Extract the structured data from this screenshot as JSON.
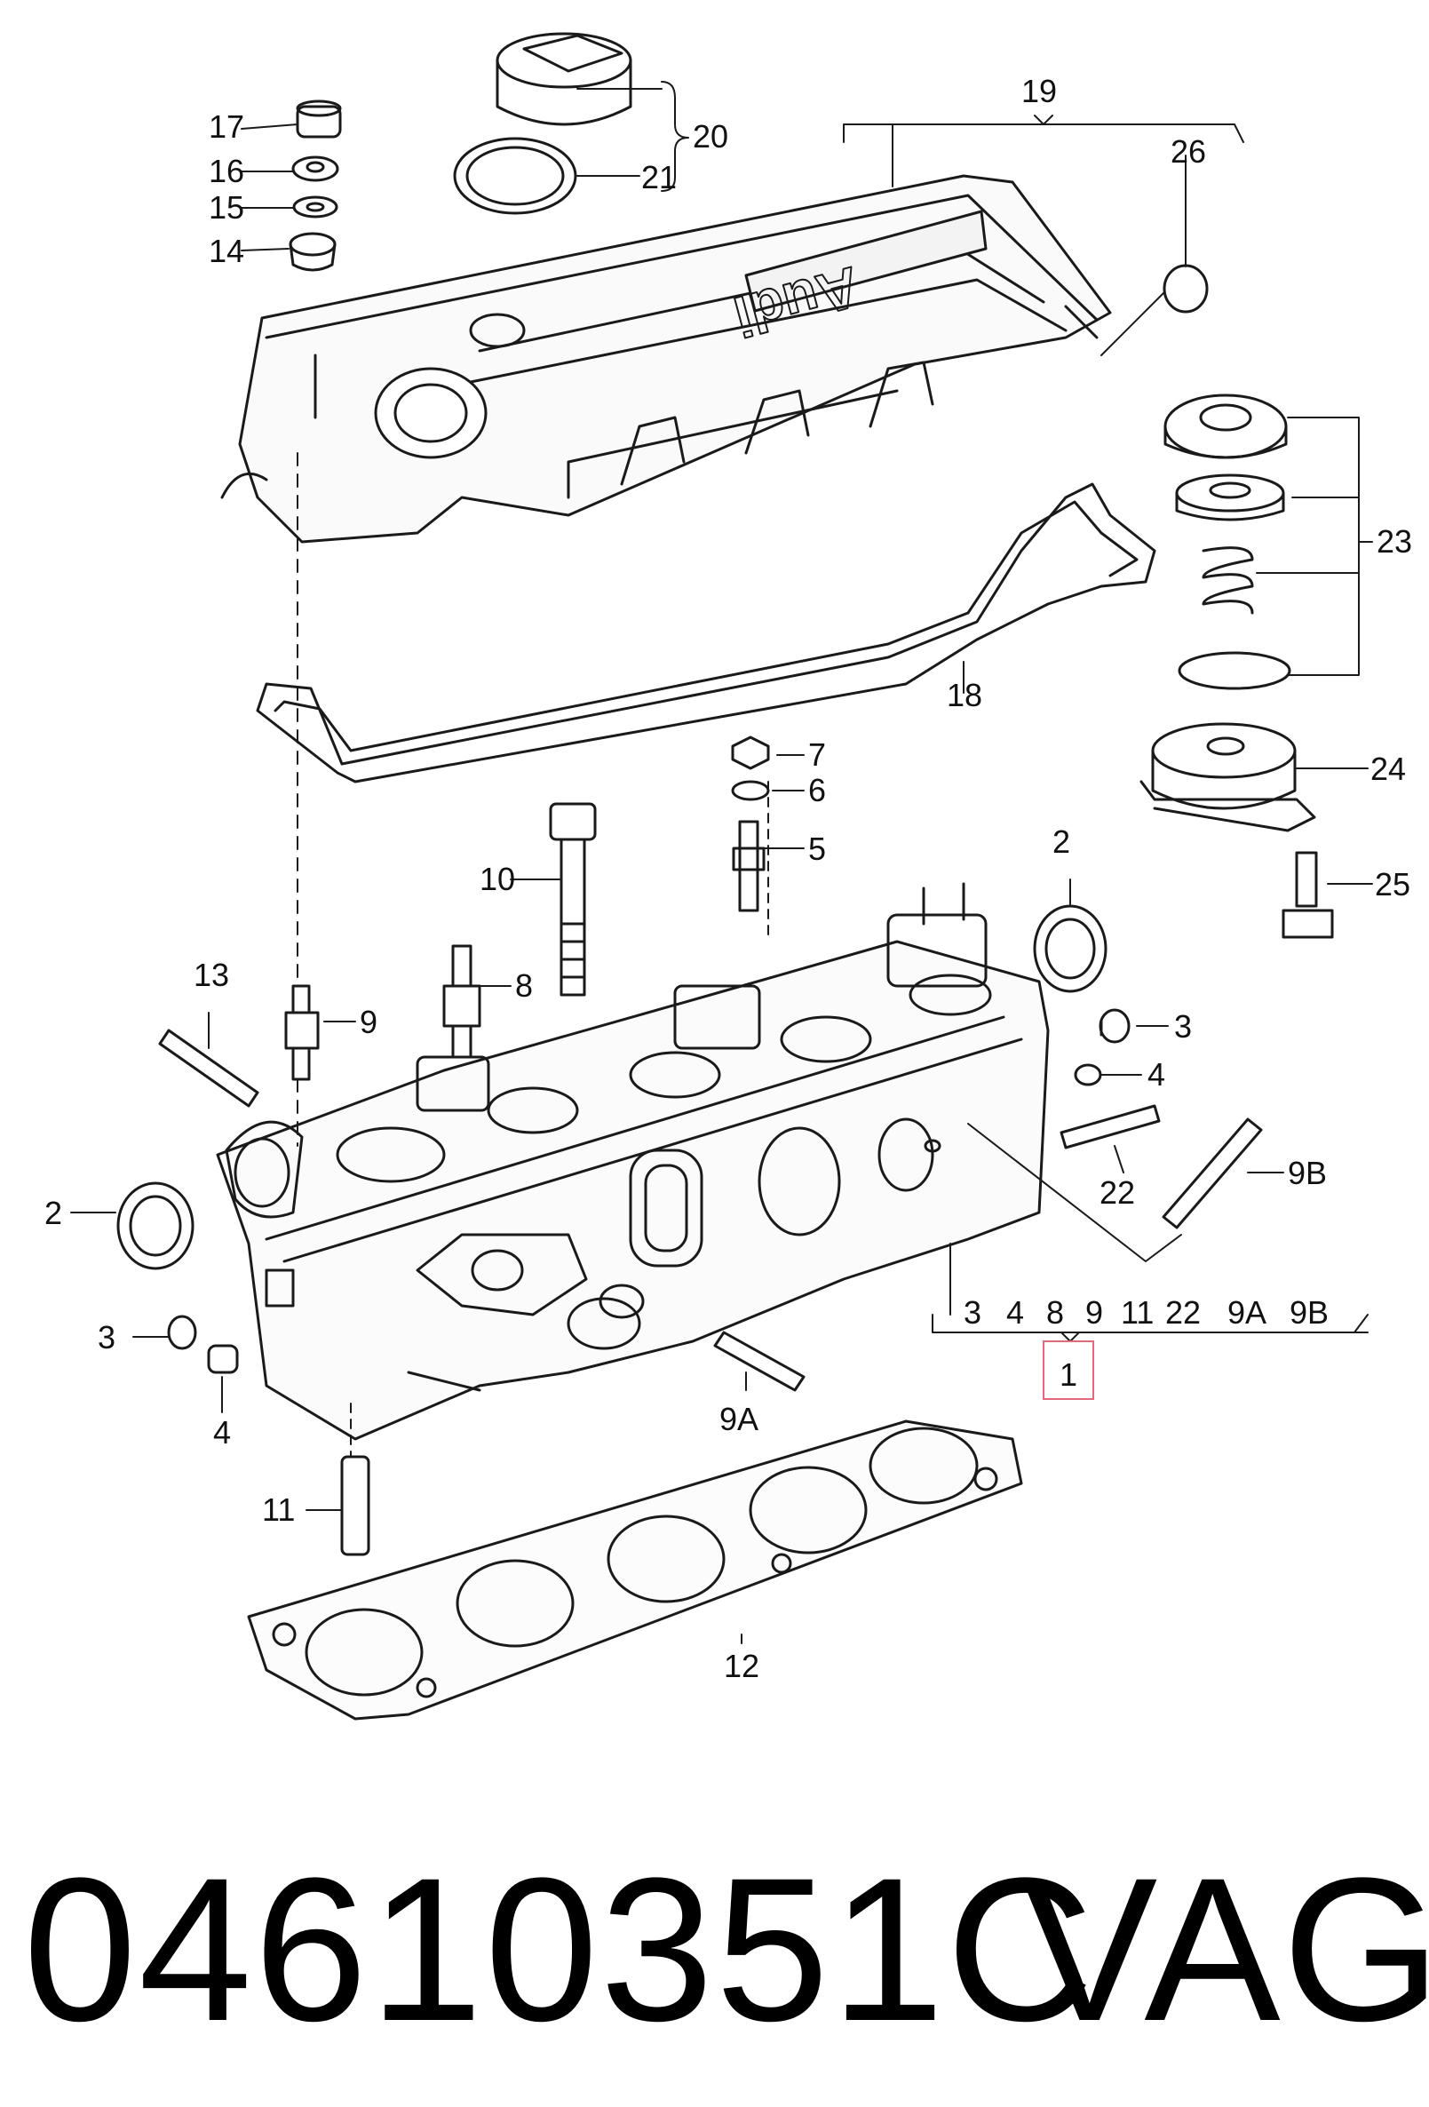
{
  "diagram": {
    "cover_logo_text": "Audi",
    "callouts": {
      "c17": "17",
      "c16": "16",
      "c15": "15",
      "c14": "14",
      "c20": "20",
      "c21": "21",
      "c19": "19",
      "c26": "26",
      "c23": "23",
      "c18": "18",
      "c24": "24",
      "c25": "25",
      "c7": "7",
      "c6": "6",
      "c5": "5",
      "c10": "10",
      "c2_right": "2",
      "c13": "13",
      "c9": "9",
      "c8": "8",
      "c3_right": "3",
      "c4_right": "4",
      "c22": "22",
      "c9B": "9B",
      "c2_left": "2",
      "c3_left": "3",
      "c4_left": "4",
      "c9A": "9A",
      "c11": "11",
      "c12": "12",
      "c1": "1"
    },
    "assembly_list": [
      "3",
      "4",
      "8",
      "9",
      "11",
      "22",
      "9A",
      "9B"
    ],
    "highlight_color": "#e06a7a"
  },
  "footer": {
    "part_number": "04610351C",
    "brand": "VAG"
  }
}
